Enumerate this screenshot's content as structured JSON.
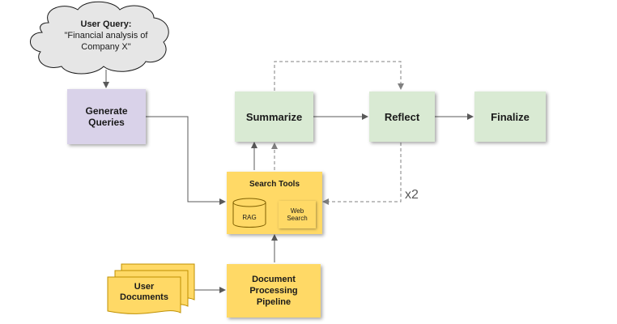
{
  "query": {
    "title": "User Query:",
    "line1": "\"Financial analysis of",
    "line2": "Company X\""
  },
  "nodes": {
    "generate_line1": "Generate",
    "generate_line2": "Queries",
    "summarize": "Summarize",
    "reflect": "Reflect",
    "finalize": "Finalize",
    "search_tools": "Search Tools",
    "rag": "RAG",
    "web_line1": "Web",
    "web_line2": "Search",
    "pipeline_line1": "Document",
    "pipeline_line2": "Processing",
    "pipeline_line3": "Pipeline",
    "docs_line1": "User",
    "docs_line2": "Documents"
  },
  "loop_label": "x2",
  "colors": {
    "purple": "#d9d2e9",
    "green": "#d9ead3",
    "yellow": "#ffd966",
    "cloud": "#e6e6e6",
    "line": "#595959",
    "dashed": "#808080"
  }
}
